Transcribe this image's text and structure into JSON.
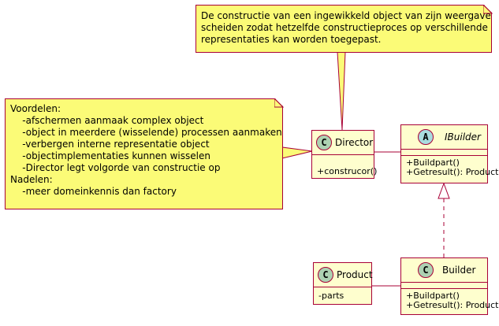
{
  "notes": {
    "top": {
      "lines": [
        "De constructie van een ingewikkeld object van zijn weergave",
        "scheiden zodat hetzelfde constructieproces op verschillende",
        "representaties kan worden toegepast."
      ]
    },
    "left": {
      "lines": [
        "Voordelen:",
        "    -afschermen aanmaak complex object",
        "    -object in meerdere (wisselende) processen aanmaken",
        "    -verbergen interne representatie object",
        "    -objectimplementaties kunnen wisselen",
        "    -Director legt volgorde van constructie op",
        "Nadelen:",
        "    -meer domeinkennis dan factory"
      ]
    }
  },
  "classes": {
    "director": {
      "name": "Director",
      "badge": "C",
      "badge_color": "#ADD1B2",
      "methods": [
        "+construcor()"
      ]
    },
    "ibuilder": {
      "name": "IBuilder",
      "badge": "A",
      "badge_color": "#A9DCDF",
      "methods": [
        "+Buildpart()",
        "+Getresult(): Product"
      ]
    },
    "product": {
      "name": "Product",
      "badge": "C",
      "badge_color": "#ADD1B2",
      "fields": [
        "-parts"
      ]
    },
    "builder": {
      "name": "Builder",
      "badge": "C",
      "badge_color": "#ADD1B2",
      "methods": [
        "+Buildpart()",
        "+Getresult(): Product"
      ]
    }
  },
  "colors": {
    "note_fill": "#FBFB77",
    "class_fill": "#FEFECE",
    "border": "#A80036"
  }
}
